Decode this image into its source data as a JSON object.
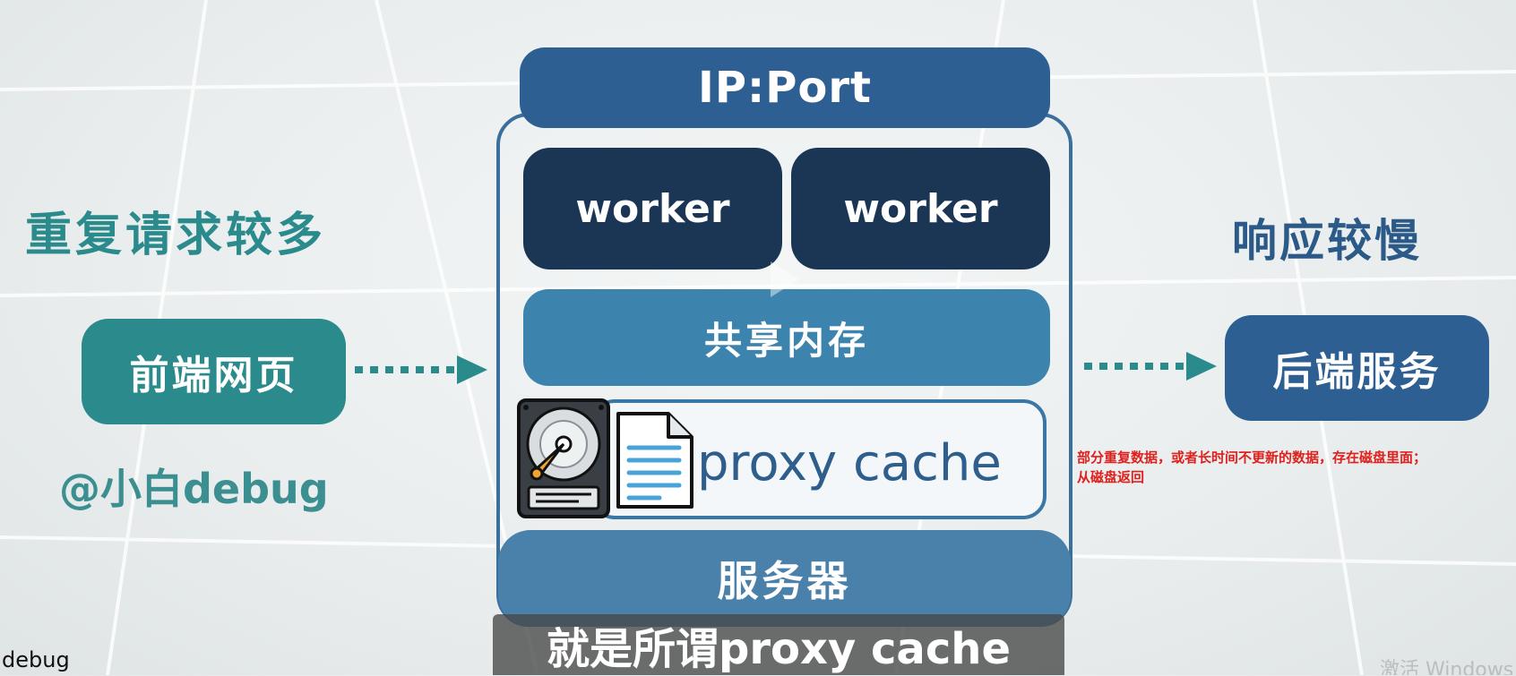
{
  "left_panel": {
    "title": "重复请求较多",
    "frontend_label": "前端网页",
    "watermark": "@小白debug"
  },
  "right_panel": {
    "title": "响应较慢",
    "backend_label": "后端服务"
  },
  "server": {
    "ip_port": "IP:Port",
    "workers": [
      "worker",
      "worker"
    ],
    "shared_memory": "共享内存",
    "proxy_cache": "proxy cache",
    "server_label": "服务器"
  },
  "subtitle": "就是所谓proxy cache",
  "annotation": {
    "line1": "部分重复数据，或者长时间不更新的数据，存在磁盘里面；",
    "line2": "从磁盘返回"
  },
  "corner_label": "debug",
  "os_watermark": "激活 Windows",
  "icons": [
    "hard-disk-icon",
    "document-icon",
    "play-icon",
    "arrow-right-icon"
  ],
  "colors": {
    "teal": "#2a8a8c",
    "navy": "#2d5f92",
    "dark_navy": "#1b3655",
    "mid_blue": "#3c84ae",
    "annotation_red": "#e0201c"
  }
}
